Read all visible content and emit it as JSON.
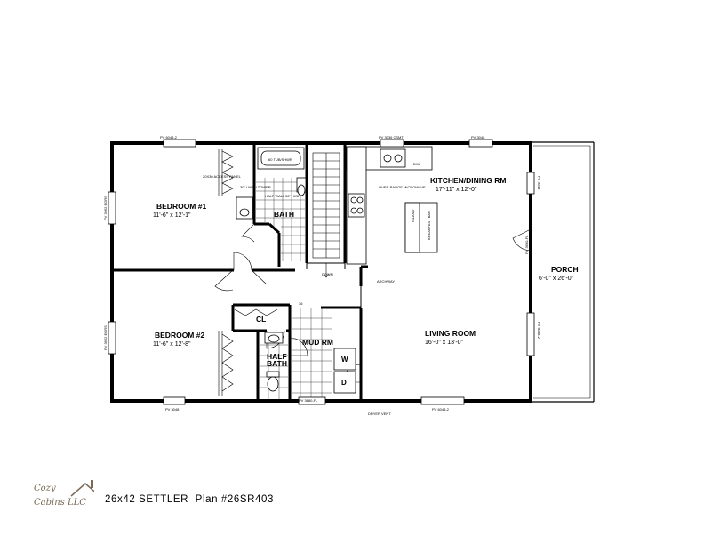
{
  "rooms": {
    "bedroom1": {
      "name": "BEDROOM #1",
      "dims": "11'-6\" x 12'-1\""
    },
    "bedroom2": {
      "name": "BEDROOM #2",
      "dims": "11'-6\" x 12'-8\""
    },
    "bath": {
      "name": "BATH"
    },
    "kitchen": {
      "name": "KITCHEN/DINING RM",
      "dims": "17'-11\" x 12'-0\""
    },
    "living": {
      "name": "LIVING ROOM",
      "dims": "16'-0\" x 13'-0\""
    },
    "porch": {
      "name": "PORCH",
      "dims": "6'-0\" x 26'-0\""
    },
    "mud": {
      "name": "MUD RM"
    },
    "half_bath": {
      "line1": "HALF",
      "line2": "BATH"
    },
    "closet": {
      "name": "CL"
    }
  },
  "fixtures": {
    "island": "ISLAND",
    "breakfast_bar": "BREAKFAST BAR",
    "dw": "D/W",
    "washer": "W",
    "dryer": "D",
    "tub": "60 TUB/SHWR",
    "dn": "DOWN",
    "archway": "ARCHWAY",
    "dryer_vent": "DRYER VENT",
    "over_range": "OVER-RANGE MICROWAVE",
    "half_wall": "HALF WALL 36\" HIGH",
    "linen": "30\" LINEN TOWER",
    "access_panel": "20X30 ACCESS PANEL",
    "stair_width": "36"
  },
  "windows": {
    "bed1_top": "PV 6048-2",
    "bed1_left": "PV 3662 EGRS",
    "bed2_left": "PV 3662 EGRS",
    "bed2_bottom": "PV 3048",
    "kitchen_top": "PV 3036 CSMT",
    "kitchen_top2": "PV 3048",
    "kitchen_right": "PV 3048",
    "kitchen_door": "PV 3680-FL",
    "living_right": "PV 6048-2",
    "living_bottom": "PV 6048-2",
    "mud_door": "PV 3680-FL"
  },
  "footer": {
    "title": "26x42 SETTLER  Plan #26SR403",
    "logo_line1": "Cozy",
    "logo_line2": "Cabins LLC"
  }
}
